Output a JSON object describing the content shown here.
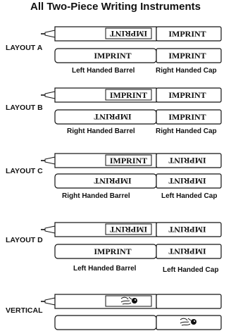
{
  "title": "All Two-Piece Writing Instruments",
  "imprint_text": "IMPRINT",
  "layouts": [
    {
      "label": "LAYOUT A",
      "barrel_caption": "Left Handed Barrel",
      "cap_caption": "Right Handed Cap"
    },
    {
      "label": "LAYOUT B",
      "barrel_caption": "Right Handed Barrel",
      "cap_caption": "Right Handed Cap"
    },
    {
      "label": "LAYOUT C",
      "barrel_caption": "Right Handed Barrel",
      "cap_caption": "Left Handed Cap"
    },
    {
      "label": "LAYOUT D",
      "barrel_caption": "Left Handed Barrel",
      "cap_caption": "Left Handed Cap"
    },
    {
      "label": "VERTICAL",
      "barrel_caption": "",
      "cap_caption": ""
    }
  ],
  "colors": {
    "ink": "#111111",
    "paper": "#ffffff"
  },
  "icons": [
    "pen-tip-icon",
    "logo-graphic-icon"
  ]
}
